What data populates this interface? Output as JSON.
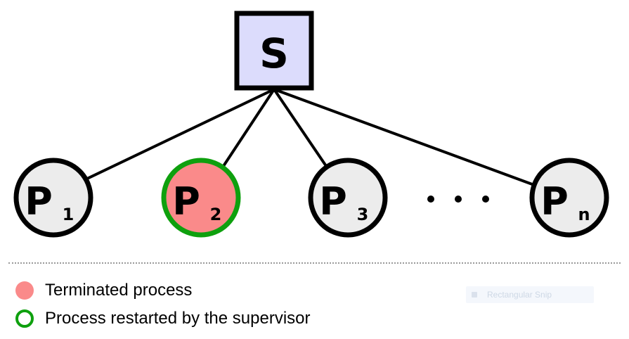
{
  "diagram": {
    "supervisor": {
      "label": "S"
    },
    "processes": [
      {
        "letter": "P",
        "subscript": "1",
        "state": "normal"
      },
      {
        "letter": "P",
        "subscript": "2",
        "state": "terminated-restarted"
      },
      {
        "letter": "P",
        "subscript": "3",
        "state": "normal"
      },
      {
        "letter": "P",
        "subscript": "n",
        "state": "normal"
      }
    ],
    "ellipsis_dot_count": 3
  },
  "legend": {
    "terminated_label": "Terminated process",
    "restarted_label": "Process restarted by the supervisor"
  },
  "overlay": {
    "snip_label": "Rectangular Snip"
  },
  "colors": {
    "supervisor_fill": "#dcdcfc",
    "process_fill": "#ececec",
    "terminated_fill": "#fa8a8a",
    "restarted_stroke": "#0ea00e",
    "stroke": "#000000"
  }
}
